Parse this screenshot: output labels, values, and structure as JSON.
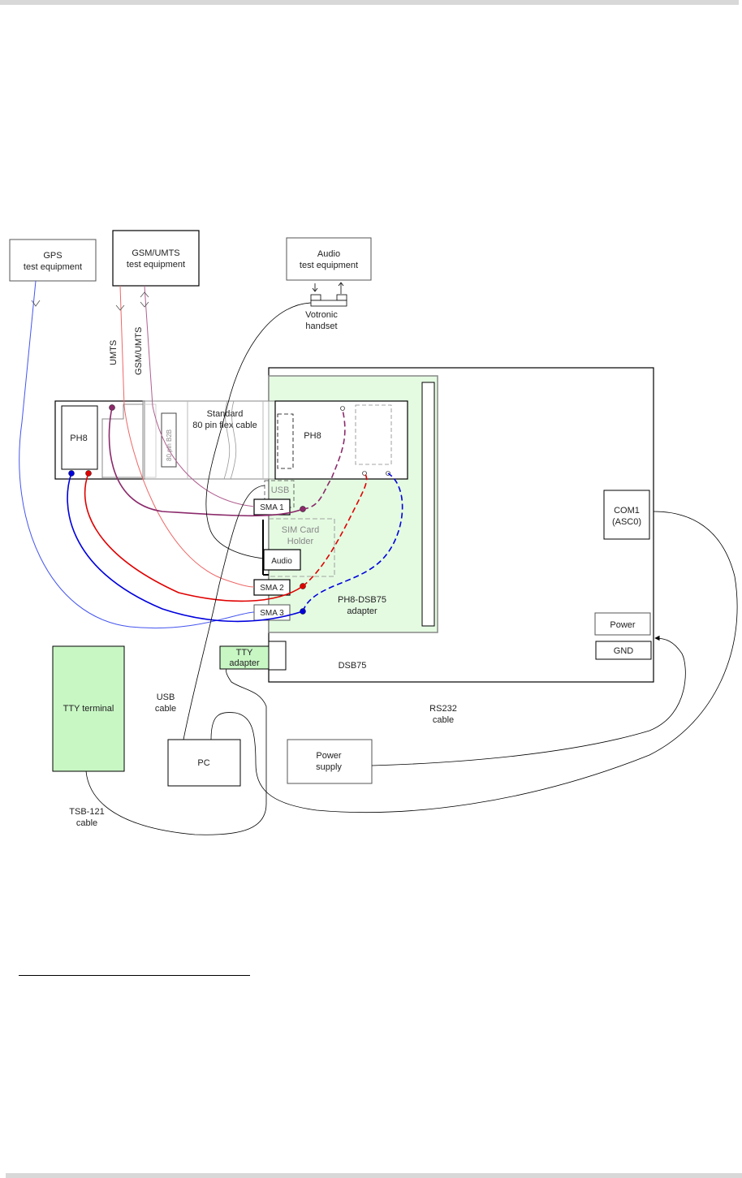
{
  "page": {
    "header_bar": "",
    "footer_bar": ""
  },
  "diagram": {
    "colors": {
      "adapter_fill": "#e4fbe2",
      "tty_fill": "#c8f7c4",
      "gps_cable": "#0000dd",
      "umts_cable": "#e00000",
      "gsm_umts_cable": "#8b2a6b",
      "border": "#000000",
      "flex_cable": "#888888",
      "dashed_gray": "#888888"
    },
    "equipment": {
      "gps": [
        "GPS",
        "test equipment"
      ],
      "gsm_umts": [
        "GSM/UMTS",
        "test equipment"
      ],
      "audio": [
        "Audio",
        "test equipment"
      ],
      "votronic": [
        "Votronic",
        "handset"
      ]
    },
    "cable_labels": {
      "umts": "UMTS",
      "gsm_umts": "GSM/UMTS",
      "usb": [
        "USB",
        "cable"
      ],
      "tsb121": [
        "TSB-121",
        "cable"
      ],
      "rs232": [
        "RS232",
        "cable"
      ]
    },
    "ph8_left": "PH8",
    "b2b_label": "80 pin B2B",
    "flex_cable": [
      "Standard",
      "80 pin flex cable"
    ],
    "ph8_right": "PH8",
    "adapter": {
      "usb": "USB",
      "sma1": "SMA 1",
      "sim": [
        "SIM Card",
        "Holder"
      ],
      "audio": "Audio",
      "sma2": "SMA 2",
      "sma3": "SMA 3",
      "label": [
        "PH8-DSB75",
        "adapter"
      ]
    },
    "dsb75": {
      "label": "DSB75",
      "com1": [
        "COM1",
        "(ASC0)"
      ],
      "power": "Power",
      "gnd": "GND"
    },
    "tty_adapter": [
      "TTY",
      "adapter"
    ],
    "tty_terminal": "TTY terminal",
    "pc": "PC",
    "power_supply": [
      "Power",
      "supply"
    ]
  }
}
